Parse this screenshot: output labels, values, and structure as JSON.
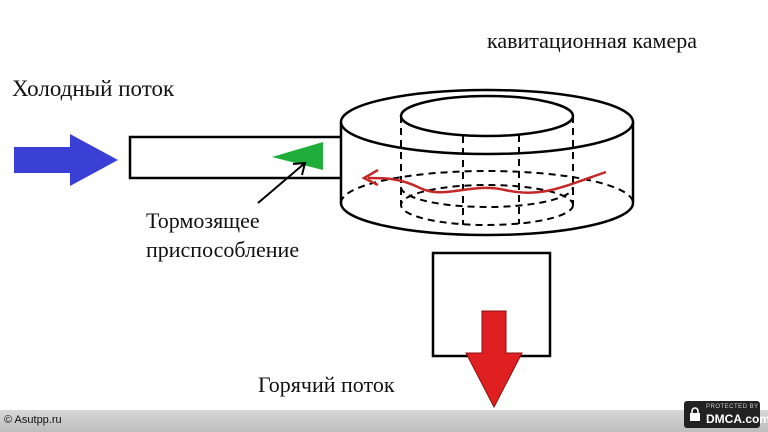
{
  "labels": {
    "camera": "кавитационная камера",
    "cold_flow": "Холодный поток",
    "brake_line1": "Тормозящее",
    "brake_line2": "приспособление",
    "hot_flow": "Горячий поток"
  },
  "footer": {
    "site": "© Asutpp.ru",
    "badge_top": "PROTECTED BY",
    "badge_main": "DMCA.com"
  },
  "colors": {
    "cold_arrow": "#3a3fd6",
    "brake_element": "#1fae3a",
    "swirl": "#c62828",
    "hot_arrow": "#e02020"
  }
}
